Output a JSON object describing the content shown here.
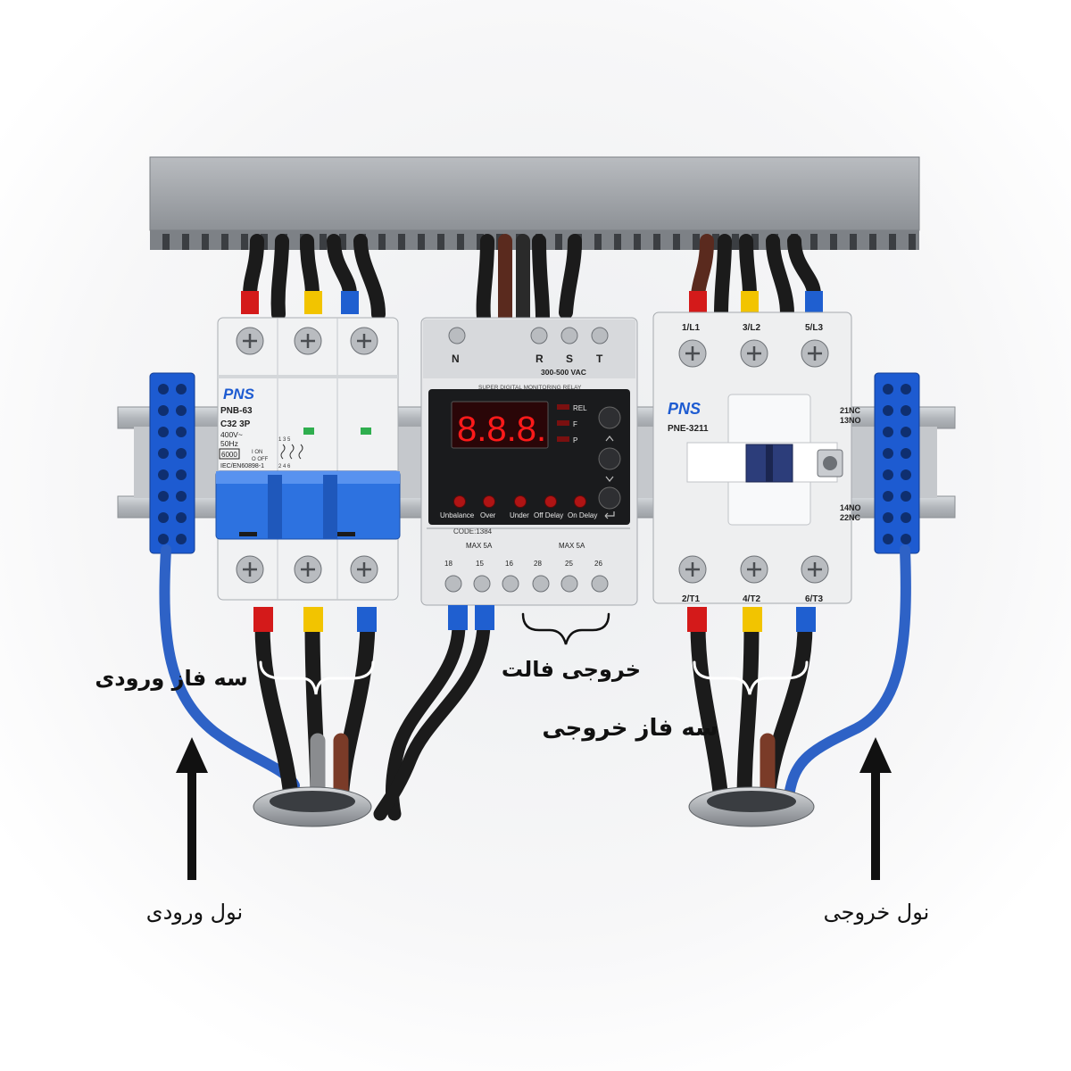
{
  "annotations": {
    "three_phase_input": "سه فاز ورودی",
    "fault_output": "خروجی فالت",
    "three_phase_output": "سه فاز خروجی",
    "neutral_input": "نول ورودی",
    "neutral_output": "نول خروجی"
  },
  "breaker": {
    "brand": "PNS",
    "model": "PNB-63",
    "rating": "C32  3P",
    "voltage": "400V~",
    "frequency": "50Hz",
    "breaking_capacity": "6000",
    "standard": "IEC/EN60898-1",
    "on_text": "I ON",
    "off_text": "O OFF",
    "pole_numbers": "1 3 5",
    "pole_numbers_bottom": "2 4 6"
  },
  "relay": {
    "terminal_labels": [
      "N",
      "R",
      "S",
      "T"
    ],
    "voltage_range": "300-500 VAC",
    "panel_title": "SUPER DIGITAL MONITORING RELAY",
    "display_text": "8.8.8.",
    "indicators": [
      "REL",
      "F",
      "P"
    ],
    "leds": [
      "Unbalance",
      "Over",
      "Under",
      "Off Delay",
      "On Delay"
    ],
    "code": "CODE:1384",
    "max_current_1": "MAX 5A",
    "max_current_2": "MAX 5A",
    "contacts": [
      "18",
      "15",
      "16",
      "28",
      "25",
      "26"
    ]
  },
  "contactor": {
    "brand": "PNS",
    "model": "PNE-3211",
    "top_terminals": [
      "1/L1",
      "3/L2",
      "5/L3"
    ],
    "bottom_terminals": [
      "2/T1",
      "4/T2",
      "6/T3"
    ],
    "aux_top": [
      "21NC",
      "13NO"
    ],
    "aux_bottom": [
      "14NO",
      "22NC"
    ]
  },
  "colors": {
    "phase_red": "#d41a1a",
    "phase_yellow": "#f2c400",
    "phase_blue": "#1f5fd0",
    "neutral_wire": "#2e62c6",
    "terminal_block": "#1d5bd1",
    "display_segment": "#ff1a1a"
  }
}
